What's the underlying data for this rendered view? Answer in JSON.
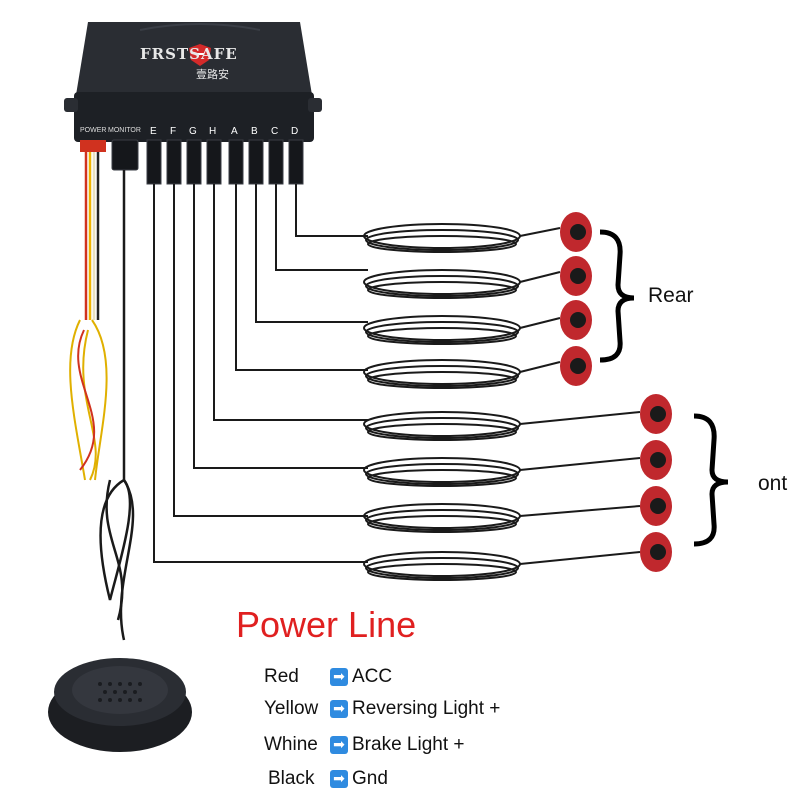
{
  "brand": {
    "logo_text": "FRSTSAFE",
    "logo_subtext": "壹路安",
    "port_labels": [
      "POWER",
      "MONITOR",
      "E",
      "F",
      "G",
      "H",
      "A",
      "B",
      "C",
      "D"
    ]
  },
  "groups": {
    "rear_label": "Rear",
    "front_label": "ont"
  },
  "power": {
    "title": "Power Line",
    "rows": [
      {
        "color": "Red",
        "target": "ACC"
      },
      {
        "color": "Yellow",
        "target": "Reversing Light +"
      },
      {
        "color": "Whine",
        "target": "Brake Light +"
      },
      {
        "color": "Black",
        "target": "Gnd"
      }
    ],
    "arrow_icon": "right-arrow-icon"
  },
  "colors": {
    "title_red": "#e02020",
    "sensor_red": "#c0282d",
    "arrow_blue": "#2f8be0",
    "box_body": "#1f2227"
  }
}
